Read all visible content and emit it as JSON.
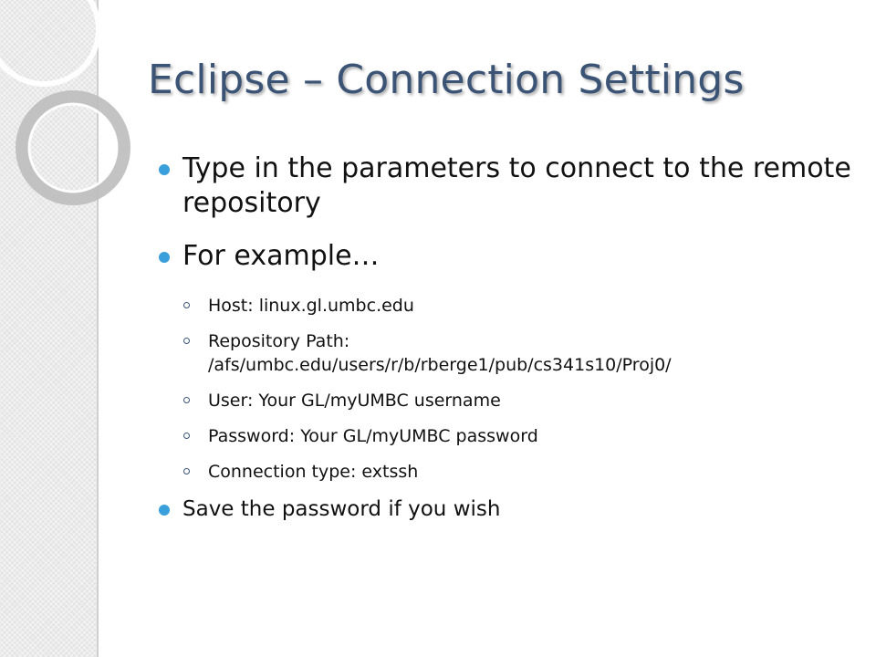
{
  "title": "Eclipse – Connection Settings",
  "bullets": [
    {
      "text": "Type in the parameters to connect to the remote repository"
    },
    {
      "text": "For example…"
    }
  ],
  "sub_items": [
    {
      "line1": "Host: linux.gl.umbc.edu",
      "line2": ""
    },
    {
      "line1": "Repository Path:",
      "line2": "/afs/umbc.edu/users/r/b/rberge1/pub/cs341s10/Proj0/"
    },
    {
      "line1": "User: Your GL/myUMBC username",
      "line2": ""
    },
    {
      "line1": "Password: Your GL/myUMBC password",
      "line2": ""
    },
    {
      "line1": "Connection type: extssh",
      "line2": ""
    }
  ],
  "final_bullet": "Save the password if you wish",
  "colors": {
    "title": "#3b5475",
    "bullet": "#3aa0dc",
    "side_panel": "#e4e4e4"
  }
}
